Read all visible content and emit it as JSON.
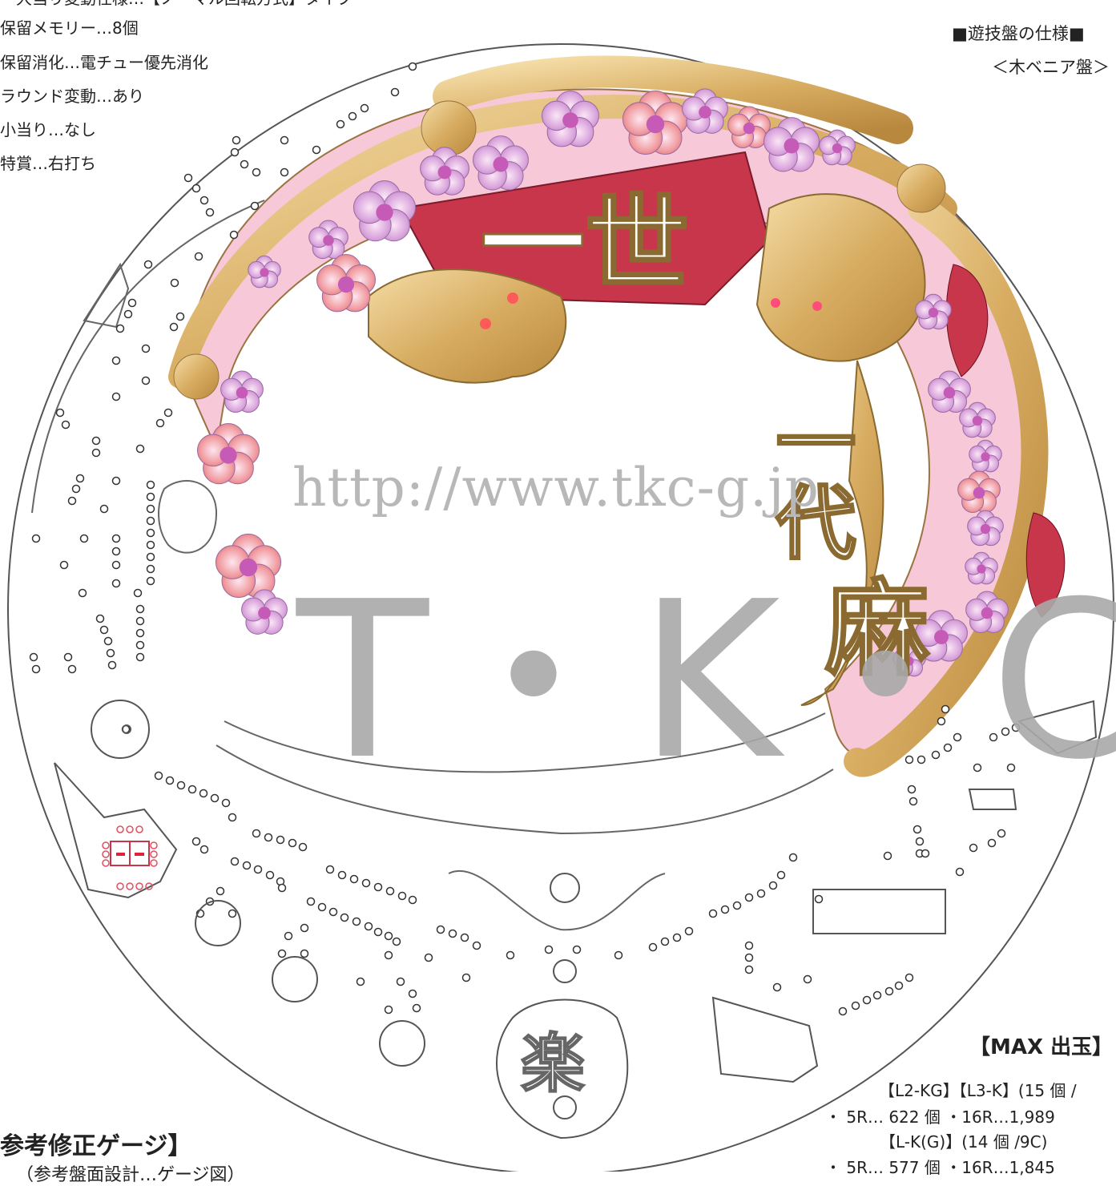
{
  "specs": {
    "top_partial": "・大当り変動仕様…【ノーマル回転方式】タイプ",
    "items": [
      "保留メモリー…8個",
      "保留消化…電チュー優先消化",
      "ラウンド変動…あり",
      "小当り…なし",
      "特賞…右打ち"
    ]
  },
  "right_header": {
    "title": "■遊技盤の仕様■",
    "subtitle": "＜木ベニア盤＞"
  },
  "max_output": {
    "title": "【MAX 出玉】",
    "line1": "【L2-KG】【L3-K】(15 個 /",
    "line2": "・ 5R…  622 個  ・16R…1,989",
    "line3": "【L-K(G)】(14 個 /9C)",
    "line4": "・ 5R…  577 個  ・16R…1,845"
  },
  "gauge": {
    "title": "参考修正ゲージ】",
    "subtitle": "（参考盤面設計…ゲージ図）"
  },
  "watermark": {
    "url": "http://www.tkc-g.jp",
    "brand": "T・K・C"
  },
  "board_kanji": {
    "top": "一世",
    "right": "一代",
    "lower": "麻",
    "bottom_emblem": "楽"
  },
  "colors": {
    "gold": "#d9b26a",
    "gold_dark": "#b8883e",
    "pink_bg": "#f6c8d8",
    "flower": "#e7a6d8",
    "flower_red": "#ee8b8b",
    "crimson": "#c8364c",
    "outline": "#555555",
    "watermark": "#a9a9a9"
  }
}
